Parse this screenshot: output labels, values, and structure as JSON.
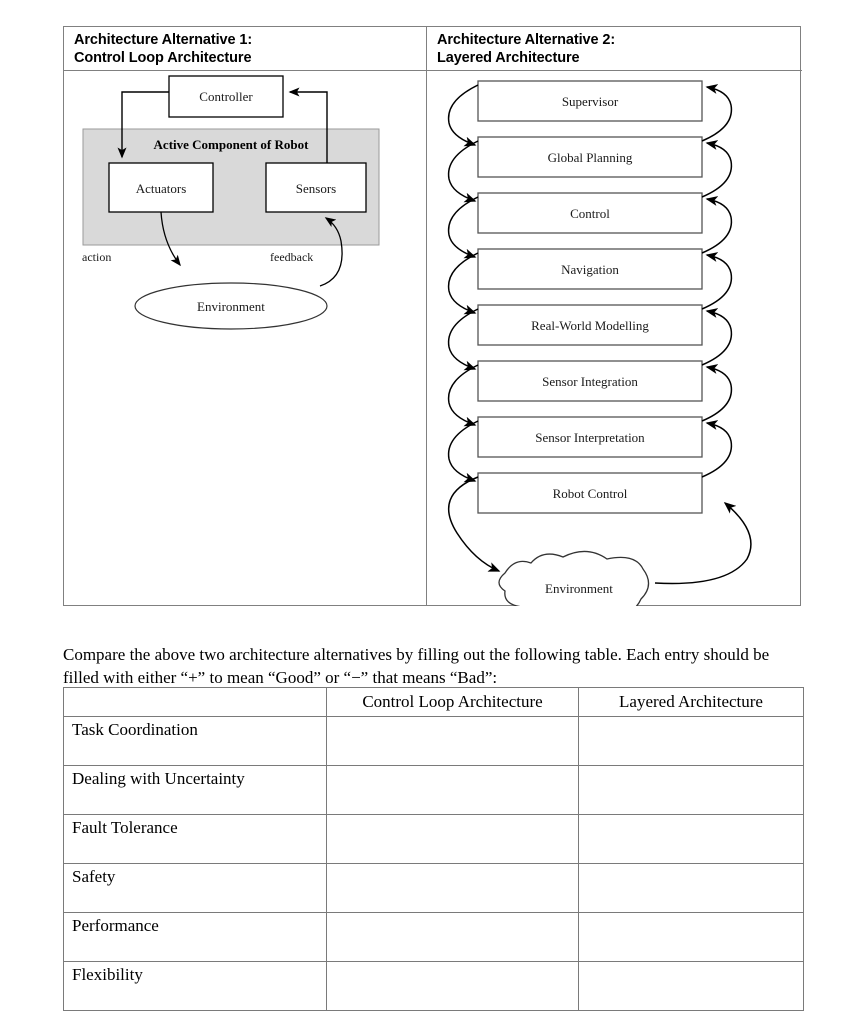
{
  "figure": {
    "panels": [
      {
        "title_line1": "Architecture Alternative 1:",
        "title_line2": "Control Loop Architecture",
        "nodes": {
          "controller": "Controller",
          "group": "Active Component of Robot",
          "actuators": "Actuators",
          "sensors": "Sensors",
          "environment": "Environment"
        },
        "edge_labels": {
          "action": "action",
          "feedback": "feedback"
        },
        "group_fill": "#d9d9d9"
      },
      {
        "title_line1": "Architecture Alternative 2:",
        "title_line2": "Layered Architecture",
        "layers": [
          "Supervisor",
          "Global Planning",
          "Control",
          "Navigation",
          "Real-World Modelling",
          "Sensor Integration",
          "Sensor Interpretation",
          "Robot Control"
        ],
        "environment": "Environment"
      }
    ]
  },
  "prompt": {
    "text": "Compare the above two architecture alternatives by filling out the following table. Each entry should be filled with either “+” to mean “Good” or “−” that means “Bad”:"
  },
  "table": {
    "headers": [
      "",
      "Control Loop Architecture",
      "Layered Architecture"
    ],
    "rows": [
      {
        "label": "Task Coordination",
        "control_loop": "",
        "layered": ""
      },
      {
        "label": "Dealing with Uncertainty",
        "control_loop": "",
        "layered": ""
      },
      {
        "label": "Fault Tolerance",
        "control_loop": "",
        "layered": ""
      },
      {
        "label": "Safety",
        "control_loop": "",
        "layered": ""
      },
      {
        "label": "Performance",
        "control_loop": "",
        "layered": ""
      },
      {
        "label": "Flexibility",
        "control_loop": "",
        "layered": ""
      }
    ]
  }
}
